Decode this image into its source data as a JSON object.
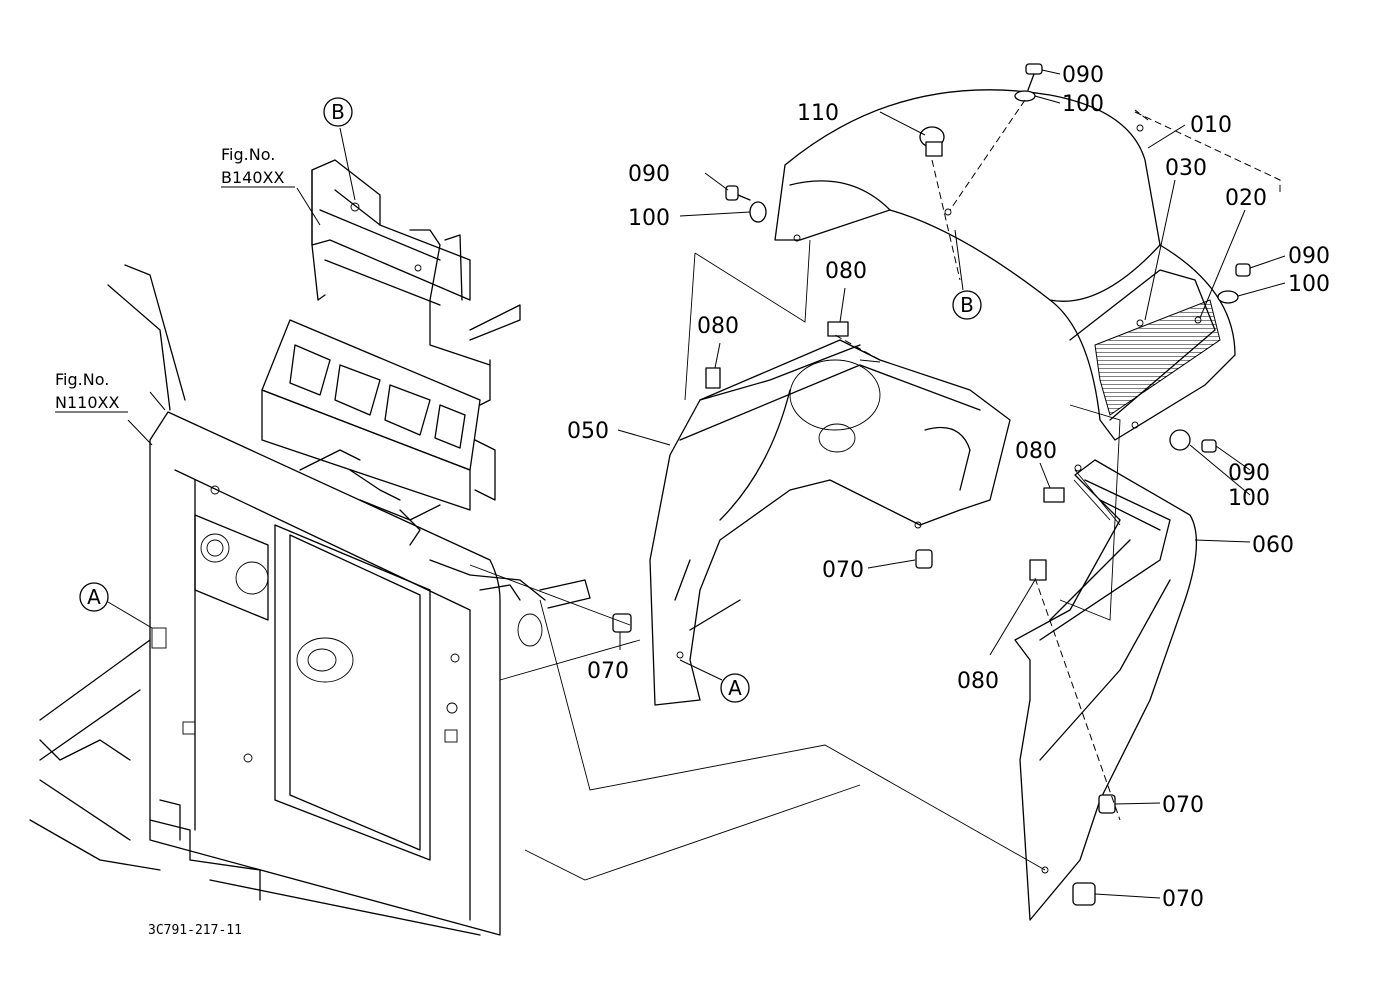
{
  "drawing_code": "3C791-217-11",
  "figure_refs": [
    {
      "id": "fig-b140",
      "prefix": "Fig.No.",
      "number": "B140XX"
    },
    {
      "id": "fig-n110",
      "prefix": "Fig.No.",
      "number": "N110XX"
    }
  ],
  "callouts": {
    "a": "A",
    "b": "B"
  },
  "parts": {
    "p010": "010",
    "p020": "020",
    "p030": "030",
    "p050": "050",
    "p060": "060",
    "p070": "070",
    "p080": "080",
    "p090": "090",
    "p100": "100",
    "p110": "110"
  }
}
